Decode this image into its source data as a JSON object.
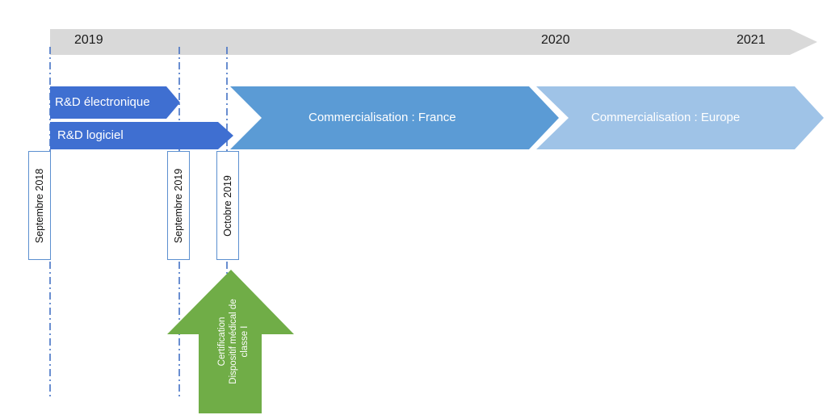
{
  "timeline": {
    "years": [
      "2019",
      "2020",
      "2021"
    ]
  },
  "phases": {
    "rd_electronique": "R&D électronique",
    "rd_logiciel": "R&D logiciel",
    "commercialisation_france": "Commercialisation : France",
    "commercialisation_europe": "Commercialisation : Europe"
  },
  "milestones": [
    "Septembre 2018",
    "Septembre 2019",
    "Octobre 2019"
  ],
  "certification": {
    "lines": [
      "Certification",
      "Dispositif médical de",
      "classe I"
    ]
  },
  "colors": {
    "timeline_bar": "#d9d9d9",
    "rd": "#3f6fd1",
    "france": "#5b9bd5",
    "europe": "#9fc3e7",
    "milestone_line": "#4472c4",
    "certification": "#70ad47"
  }
}
